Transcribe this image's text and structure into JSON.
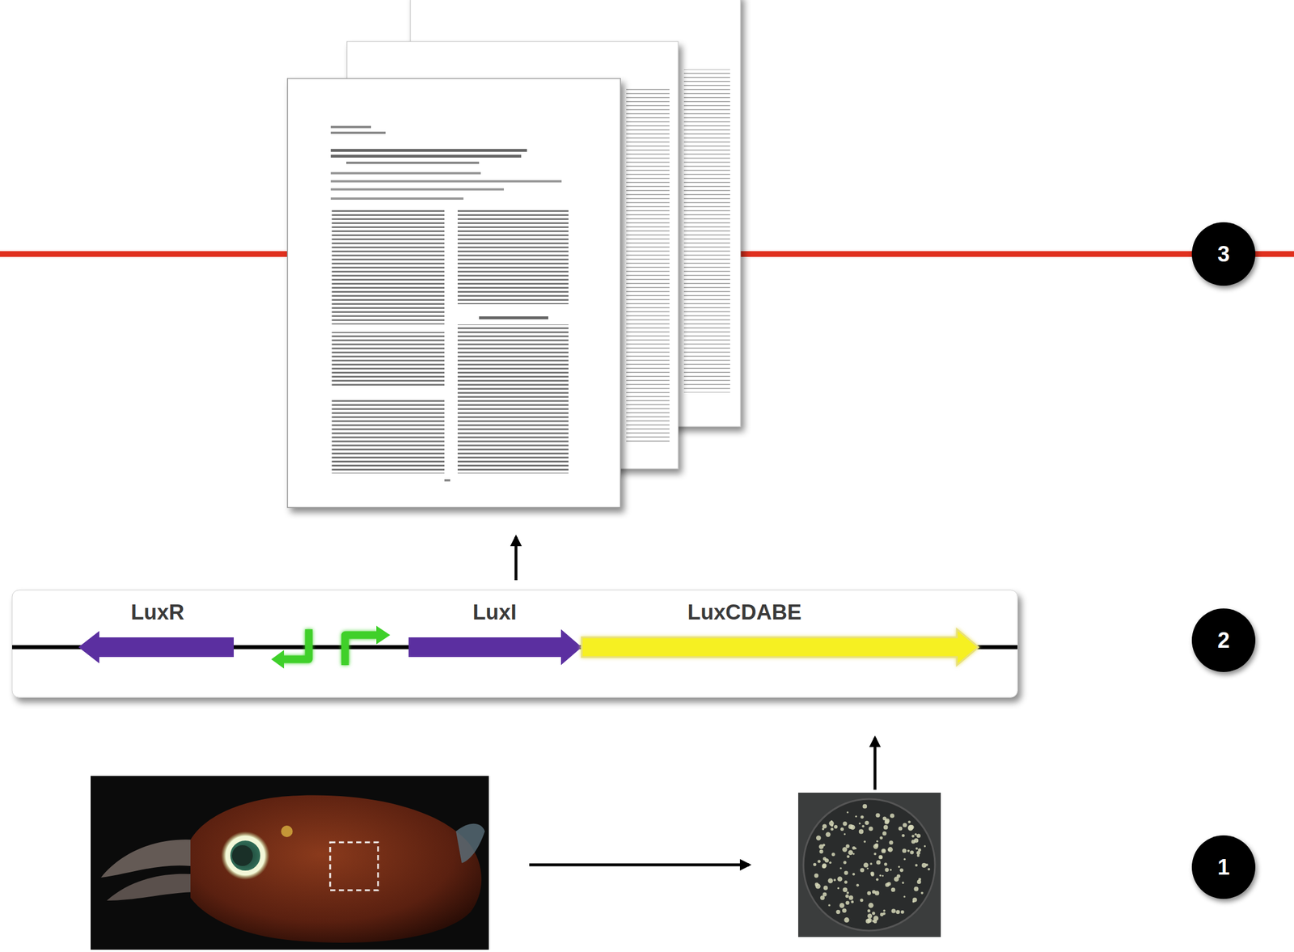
{
  "diagram": {
    "nodes": [
      {
        "text": [
          "3"
        ]
      },
      {
        "text": [
          "LuxR"
        ]
      },
      {
        "text": [
          "LuxI"
        ]
      },
      {
        "text": [
          "LuxCDABE"
        ]
      },
      {
        "text": [
          "2"
        ]
      },
      {
        "text": [
          "1"
        ]
      }
    ]
  }
}
